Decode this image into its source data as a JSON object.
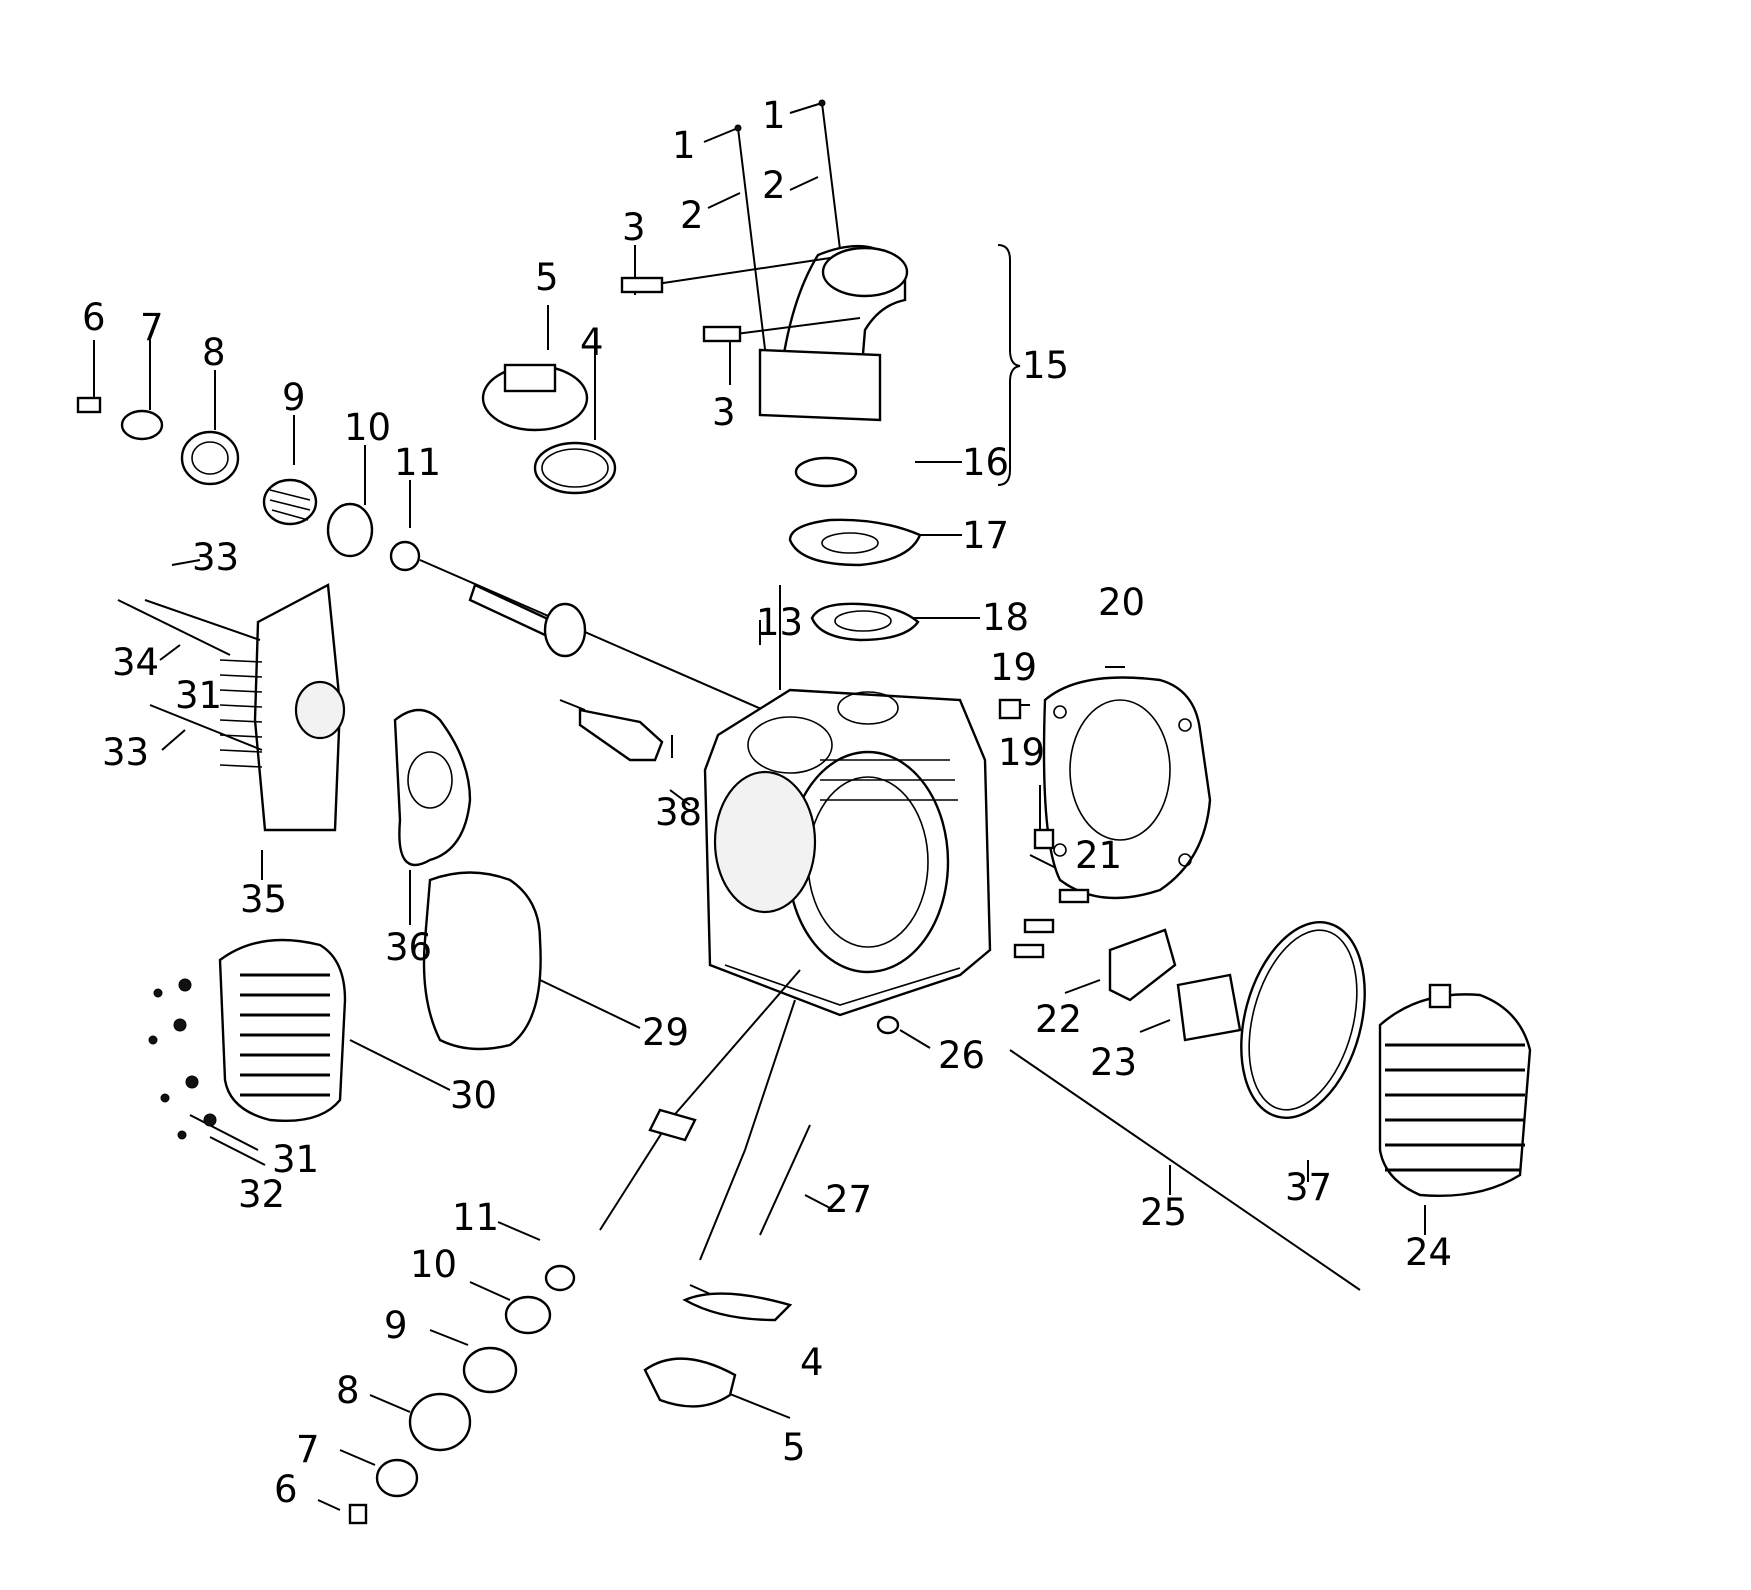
{
  "diagram": {
    "type": "exploded-parts-diagram",
    "callouts": [
      {
        "id": "c-1a",
        "text": "1"
      },
      {
        "id": "c-1b",
        "text": "1"
      },
      {
        "id": "c-2a",
        "text": "2"
      },
      {
        "id": "c-2b",
        "text": "2"
      },
      {
        "id": "c-3a",
        "text": "3"
      },
      {
        "id": "c-3b",
        "text": "3"
      },
      {
        "id": "c-4a",
        "text": "4"
      },
      {
        "id": "c-4b",
        "text": "4"
      },
      {
        "id": "c-5a",
        "text": "5"
      },
      {
        "id": "c-5b",
        "text": "5"
      },
      {
        "id": "c-6a",
        "text": "6"
      },
      {
        "id": "c-6b",
        "text": "6"
      },
      {
        "id": "c-7a",
        "text": "7"
      },
      {
        "id": "c-7b",
        "text": "7"
      },
      {
        "id": "c-8a",
        "text": "8"
      },
      {
        "id": "c-8b",
        "text": "8"
      },
      {
        "id": "c-9a",
        "text": "9"
      },
      {
        "id": "c-9b",
        "text": "9"
      },
      {
        "id": "c-10a",
        "text": "10"
      },
      {
        "id": "c-10b",
        "text": "10"
      },
      {
        "id": "c-11a",
        "text": "11"
      },
      {
        "id": "c-11b",
        "text": "11"
      },
      {
        "id": "c-13",
        "text": "13"
      },
      {
        "id": "c-15",
        "text": "15"
      },
      {
        "id": "c-16",
        "text": "16"
      },
      {
        "id": "c-17",
        "text": "17"
      },
      {
        "id": "c-18",
        "text": "18"
      },
      {
        "id": "c-19a",
        "text": "19"
      },
      {
        "id": "c-19b",
        "text": "19"
      },
      {
        "id": "c-20",
        "text": "20"
      },
      {
        "id": "c-21",
        "text": "21"
      },
      {
        "id": "c-22",
        "text": "22"
      },
      {
        "id": "c-23",
        "text": "23"
      },
      {
        "id": "c-24",
        "text": "24"
      },
      {
        "id": "c-25",
        "text": "25"
      },
      {
        "id": "c-26",
        "text": "26"
      },
      {
        "id": "c-27",
        "text": "27"
      },
      {
        "id": "c-29",
        "text": "29"
      },
      {
        "id": "c-30",
        "text": "30"
      },
      {
        "id": "c-31a",
        "text": "31"
      },
      {
        "id": "c-31b",
        "text": "31"
      },
      {
        "id": "c-32",
        "text": "32"
      },
      {
        "id": "c-33a",
        "text": "33"
      },
      {
        "id": "c-33b",
        "text": "33"
      },
      {
        "id": "c-34",
        "text": "34"
      },
      {
        "id": "c-35",
        "text": "35"
      },
      {
        "id": "c-36",
        "text": "36"
      },
      {
        "id": "c-37",
        "text": "37"
      },
      {
        "id": "c-38",
        "text": "38"
      }
    ]
  }
}
